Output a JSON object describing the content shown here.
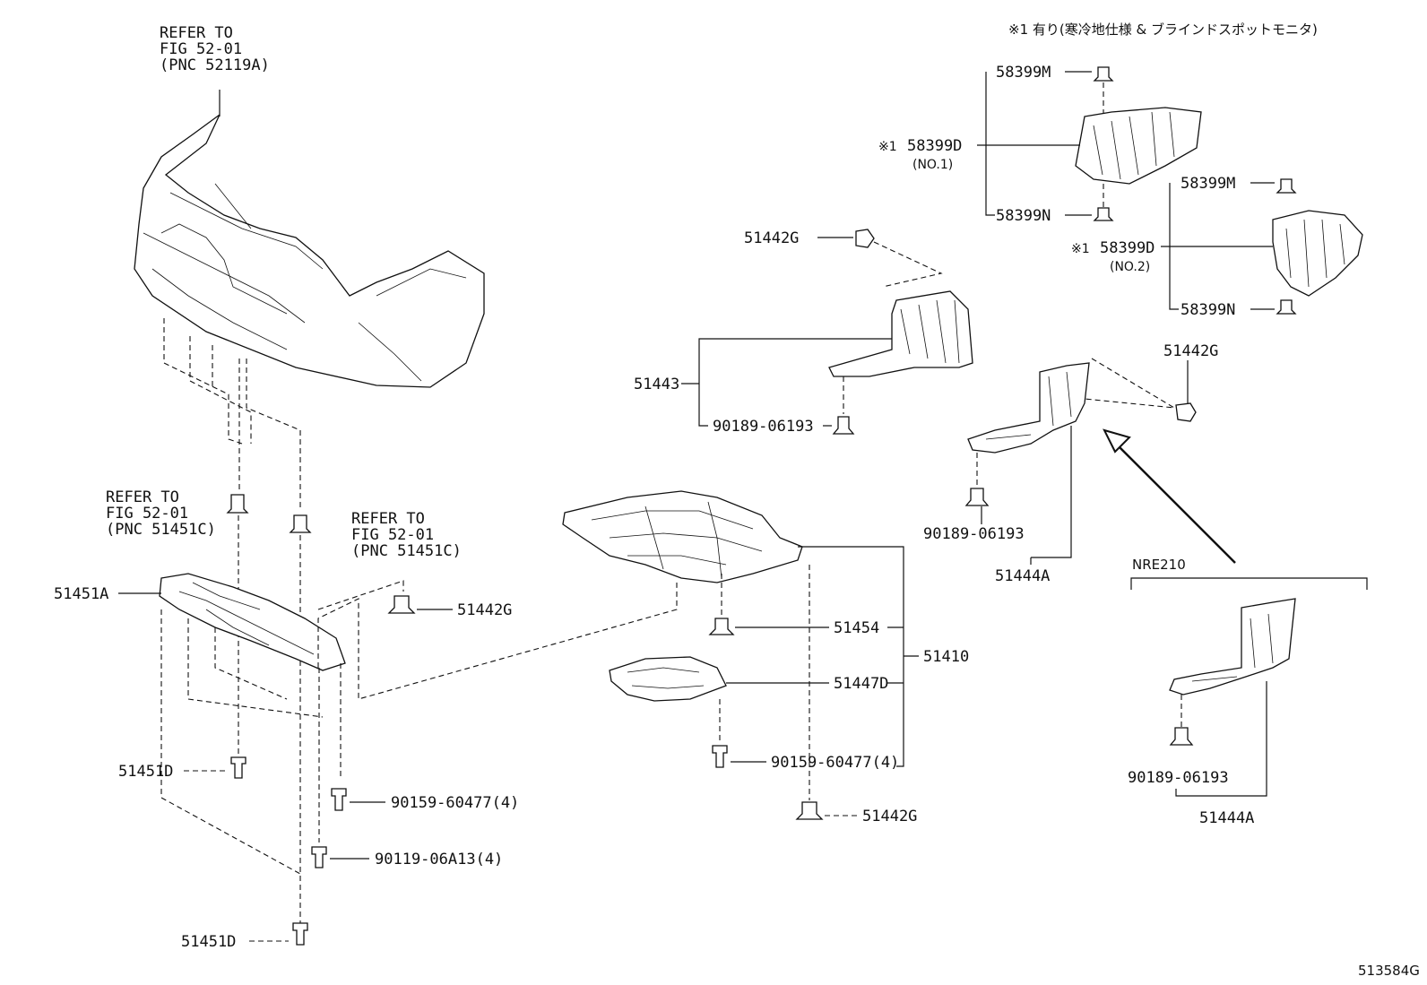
{
  "note_jp": "※1 有り(寒冷地仕様 & ブラインドスポットモニタ)",
  "ref_bumper": [
    "REFER TO",
    "FIG 52-01",
    "(PNC 52119A)"
  ],
  "ref_clip_left": [
    "REFER TO",
    "FIG 52-01",
    "(PNC 51451C)"
  ],
  "ref_clip_right": [
    "REFER TO",
    "FIG 52-01",
    "(PNC 51451C)"
  ],
  "labels": {
    "p58399M_a": "58399M",
    "p58399D_a": "58399D",
    "p58399D_a_mark": "※1",
    "p58399D_a_sub": "(NO.1)",
    "p58399N_a": "58399N",
    "p58399M_b": "58399M",
    "p58399D_b": "58399D",
    "p58399D_b_mark": "※1",
    "p58399D_b_sub": "(NO.2)",
    "p58399N_b": "58399N",
    "p51442G_top": "51442G",
    "p51443": "51443",
    "p90189_a": "90189-06193",
    "p51442G_right": "51442G",
    "p90189_b": "90189-06193",
    "p51444A_a": "51444A",
    "nre210": "NRE210",
    "p90189_c": "90189-06193",
    "p51444A_b": "51444A",
    "p51451A": "51451A",
    "p51442G_mid": "51442G",
    "p51454": "51454",
    "p51410": "51410",
    "p51447D": "51447D",
    "p90159_right": "90159-60477(4)",
    "p51442G_bottom": "51442G",
    "p51451D_a": "51451D",
    "p90159_left": "90159-60477(4)",
    "p90119": "90119-06A13(4)",
    "p51451D_b": "51451D"
  },
  "figure_id": "513584G"
}
